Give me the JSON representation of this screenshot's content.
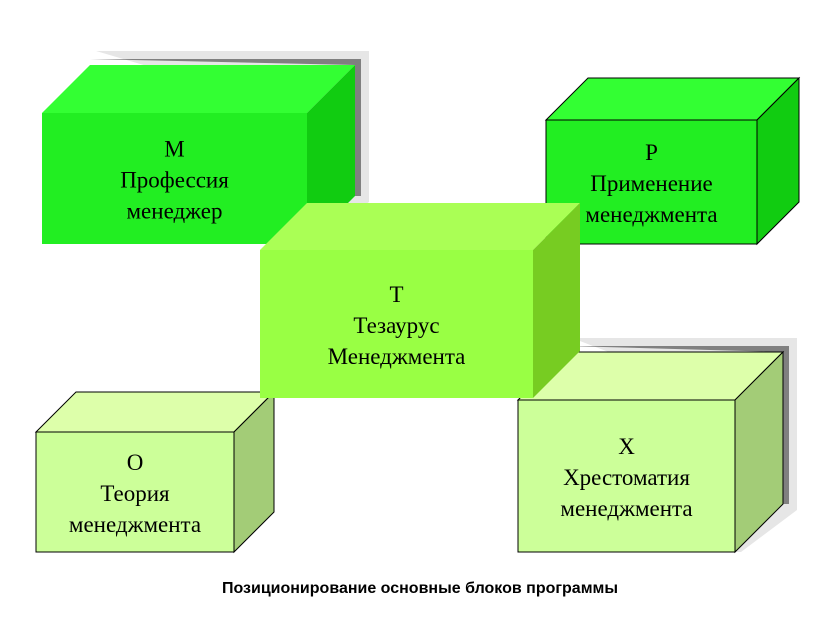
{
  "blocks": {
    "m": {
      "letter": "М",
      "line1": "Профессия",
      "line2": "менеджер"
    },
    "p": {
      "letter": "Р",
      "line1": "Применение",
      "line2": "менеджмента"
    },
    "o": {
      "letter": "О",
      "line1": "Теория",
      "line2": "менеджмента"
    },
    "x": {
      "letter": "Х",
      "line1": "Хрестоматия",
      "line2": "менеджмента"
    },
    "t": {
      "letter": "Т",
      "line1": "Тезаурус",
      "line2": "Менеджмента"
    }
  },
  "caption": "Позиционирование основные блоков программы",
  "colors": {
    "bright_front": "#22ee22",
    "bright_top": "#33ff33",
    "bright_side": "#11cc11",
    "mid_front": "#99ff44",
    "mid_top": "#aaff55",
    "mid_side": "#77cc22",
    "pale_front": "#ccff99",
    "pale_top": "#ddffaa",
    "pale_side": "#a3cc77"
  }
}
